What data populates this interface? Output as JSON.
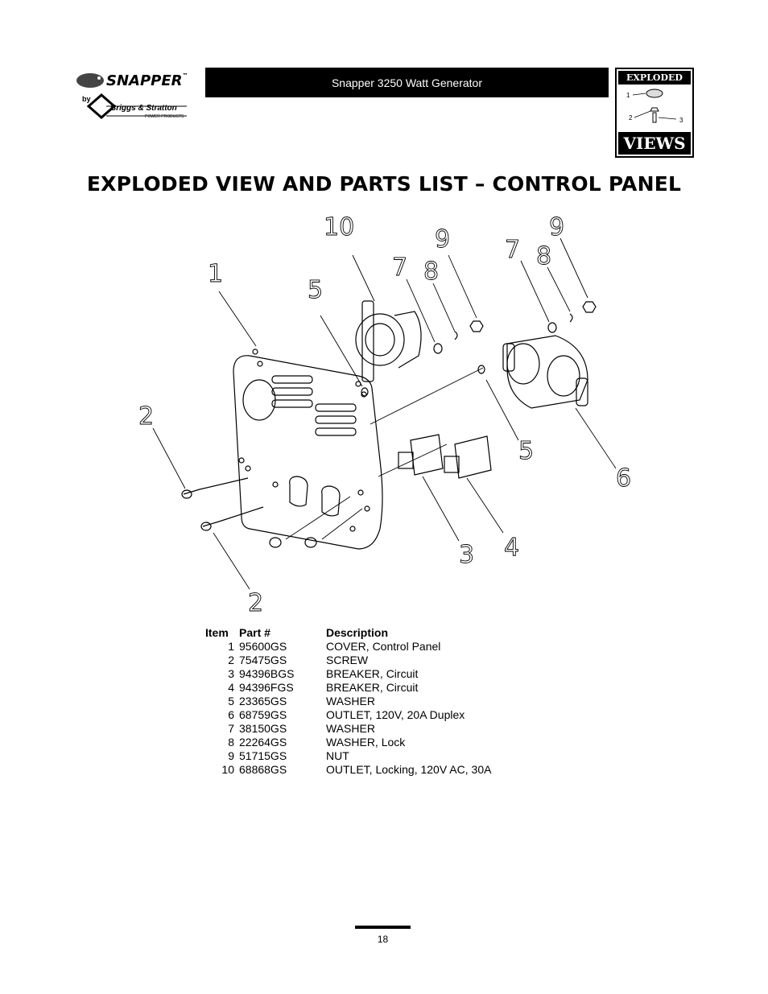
{
  "logo": {
    "brand": "SNAPPER",
    "tm": "™",
    "by": "by",
    "partner": "Briggs & Stratton",
    "partner_sub": "POWER PRODUCTS"
  },
  "header": {
    "title": "Snapper 3250 Watt Generator"
  },
  "badge": {
    "top": "EXPLODED",
    "bottom": "VIEWS",
    "callouts": [
      "1",
      "2",
      "3"
    ]
  },
  "page_title": "EXPLODED VIEW AND PARTS LIST – CONTROL PANEL",
  "diagram": {
    "callouts": [
      "1",
      "2",
      "2",
      "3",
      "4",
      "5",
      "5",
      "6",
      "7",
      "7",
      "8",
      "8",
      "9",
      "9",
      "10"
    ]
  },
  "parts_table": {
    "headers": {
      "item": "Item",
      "part": "Part #",
      "description": "Description"
    },
    "rows": [
      {
        "item": "1",
        "part": "95600GS",
        "description": "COVER, Control Panel"
      },
      {
        "item": "2",
        "part": "75475GS",
        "description": "SCREW"
      },
      {
        "item": "3",
        "part": "94396BGS",
        "description": "BREAKER, Circuit"
      },
      {
        "item": "4",
        "part": "94396FGS",
        "description": "BREAKER, Circuit"
      },
      {
        "item": "5",
        "part": "23365GS",
        "description": "WASHER"
      },
      {
        "item": "6",
        "part": "68759GS",
        "description": "OUTLET, 120V, 20A Duplex"
      },
      {
        "item": "7",
        "part": "38150GS",
        "description": "WASHER"
      },
      {
        "item": "8",
        "part": "22264GS",
        "description": "WASHER, Lock"
      },
      {
        "item": "9",
        "part": "51715GS",
        "description": "NUT"
      },
      {
        "item": "10",
        "part": "68868GS",
        "description": "OUTLET, Locking, 120V AC, 30A"
      }
    ]
  },
  "page_number": "18"
}
